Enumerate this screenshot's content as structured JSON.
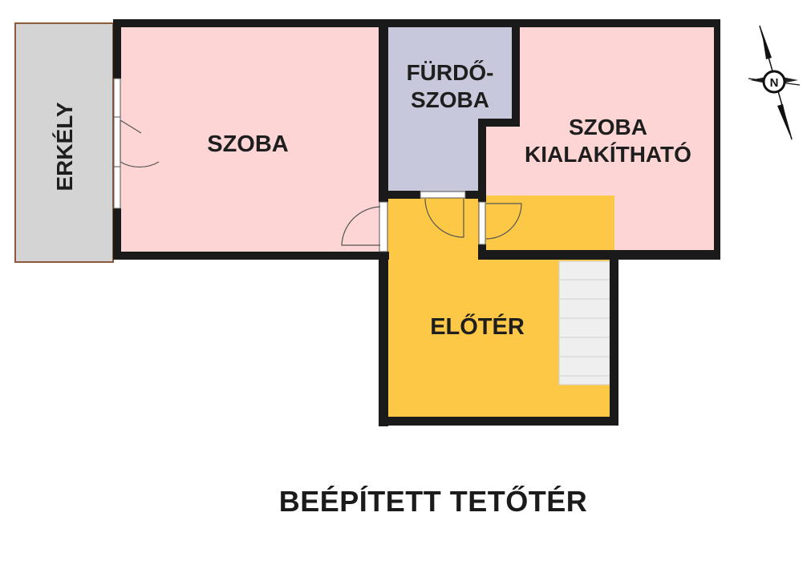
{
  "plan_title": "BEÉPÍTETT TETŐTÉR",
  "rooms": {
    "szoba": {
      "label": "SZOBA",
      "color": "#fdd5d5"
    },
    "furdoszoba": {
      "label_line1": "FÜRDŐ-",
      "label_line2": "SZOBA",
      "color": "#c8c8dc"
    },
    "szoba_kialakithato": {
      "label_line1": "SZOBA",
      "label_line2": "KIALAKÍTHATÓ",
      "color": "#fdd5d5"
    },
    "eloter": {
      "label": "ELŐTÉR",
      "color": "#fcc845"
    },
    "erkely": {
      "label": "ERKÉLY",
      "color": "#d4d4d4"
    }
  },
  "compass": {
    "label": "N"
  },
  "colors": {
    "wall": "#1a1a1a",
    "stairs": "#efefef",
    "balcony_edge": "#8b5a3c"
  }
}
